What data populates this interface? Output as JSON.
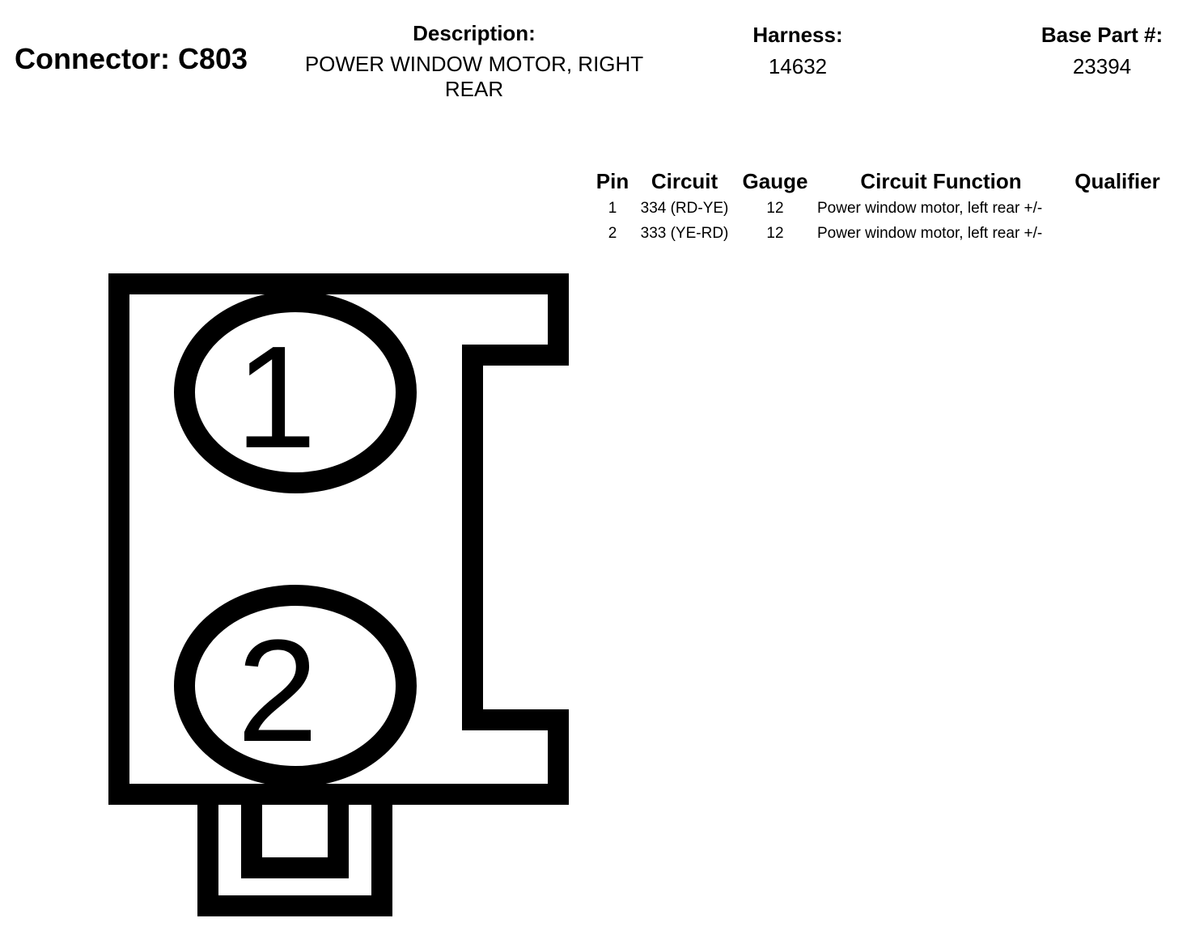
{
  "header": {
    "connector_title": "Connector: C803",
    "description_label": "Description:",
    "description_value": "POWER WINDOW MOTOR, RIGHT REAR",
    "harness_label": "Harness:",
    "harness_value": "14632",
    "base_part_label": "Base Part #:",
    "base_part_value": "23394"
  },
  "pin_table": {
    "columns": [
      "Pin",
      "Circuit",
      "Gauge",
      "Circuit Function",
      "Qualifier"
    ],
    "rows": [
      {
        "pin": "1",
        "circuit": "334 (RD-YE)",
        "gauge": "12",
        "function": "Power window motor, left rear +/-",
        "qualifier": ""
      },
      {
        "pin": "2",
        "circuit": "333 (YE-RD)",
        "gauge": "12",
        "function": "Power window motor, left rear +/-",
        "qualifier": ""
      }
    ]
  },
  "diagram": {
    "pins": [
      "1",
      "2"
    ],
    "line_color": "#000000",
    "fill_color": "#ffffff"
  }
}
